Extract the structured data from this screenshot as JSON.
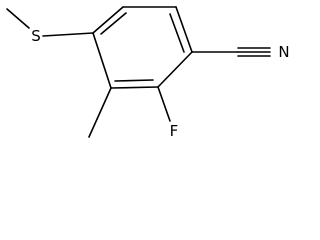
{
  "structure": {
    "atoms": {
      "sulfur": "S",
      "nitrogen": "N",
      "fluorine": "F"
    }
  }
}
